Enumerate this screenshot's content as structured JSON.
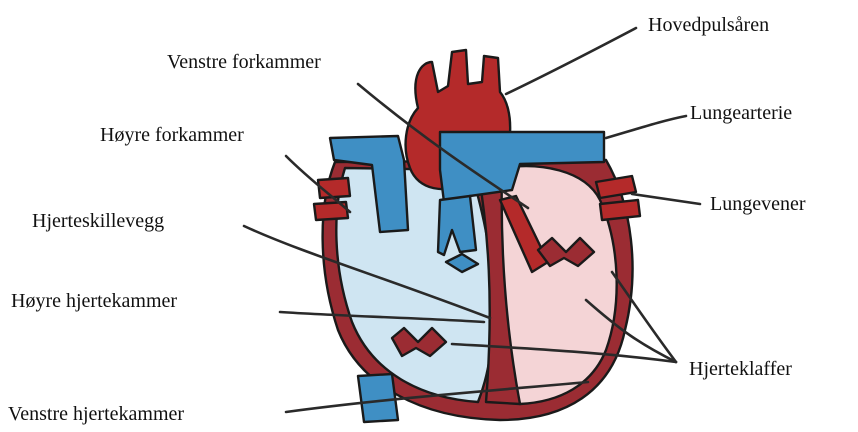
{
  "labels": {
    "aorta": "Hovedpulsåren",
    "left_atrium": "Venstre forkammer",
    "pulmonary_artery": "Lungearterie",
    "right_atrium": "Høyre forkammer",
    "pulmonary_veins": "Lungevener",
    "septum": "Hjerteskillevegg",
    "right_ventricle": "Høyre hjertekammer",
    "valves": "Hjerteklaffer",
    "left_ventricle": "Venstre hjertekammer"
  },
  "colors": {
    "oxygenated": "#b42a2a",
    "deoxygenated": "#3f8fc4",
    "right_side_fill": "#cfe5f2",
    "left_side_fill": "#f4d4d6",
    "wall": "#9b2c33"
  }
}
